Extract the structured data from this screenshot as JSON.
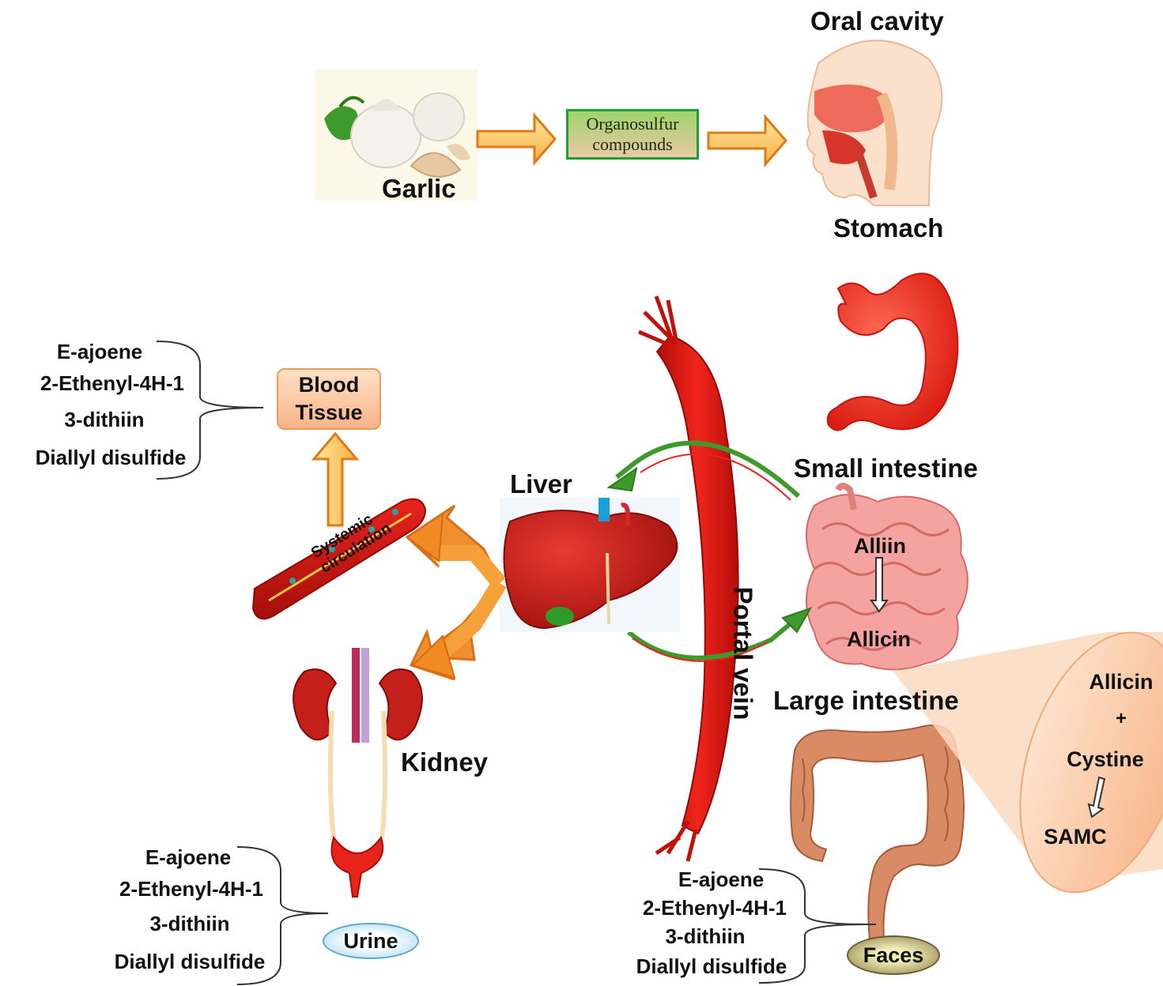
{
  "labels": {
    "oral_cavity": "Oral cavity",
    "garlic": "Garlic",
    "organosulfur_line1": "Organosulfur",
    "organosulfur_line2": "compounds",
    "stomach": "Stomach",
    "small_intestine": "Small intestine",
    "alliin": "Alliin",
    "allicin": "Allicin",
    "large_intestine": "Large intestine",
    "liver": "Liver",
    "portal_vein": "Portal vein",
    "blood_line1": "Blood",
    "blood_line2": "Tissue",
    "systemic_line1": "Systemic",
    "systemic_line2": "circulation",
    "kidney": "Kidney",
    "urine": "Urine",
    "faces": "Faces"
  },
  "inset": {
    "allicin": "Allicin",
    "plus": "+",
    "cystine": "Cystine",
    "samc": "SAMC"
  },
  "metabolite_lists": {
    "blood": [
      "E-ajoene",
      "2-Ethenyl-4H-1",
      "3-dithiin",
      "Diallyl disulfide"
    ],
    "urine": [
      "E-ajoene",
      "2-Ethenyl-4H-1",
      "3-dithiin",
      "Diallyl disulfide"
    ],
    "faces": [
      "E-ajoene",
      "2-Ethenyl-4H-1",
      "3-dithiin",
      "Diallyl disulfide"
    ]
  },
  "colors": {
    "organ_red": "#e8231c",
    "arrow_orange": "#f08a24",
    "arrow_yellow": "#fbd06a",
    "green_arrow": "#3f9a2c",
    "intestine_pink": "#f4a3a0",
    "large_intestine_brown": "#d98b64",
    "inset_peach": "#fbc9a3"
  }
}
